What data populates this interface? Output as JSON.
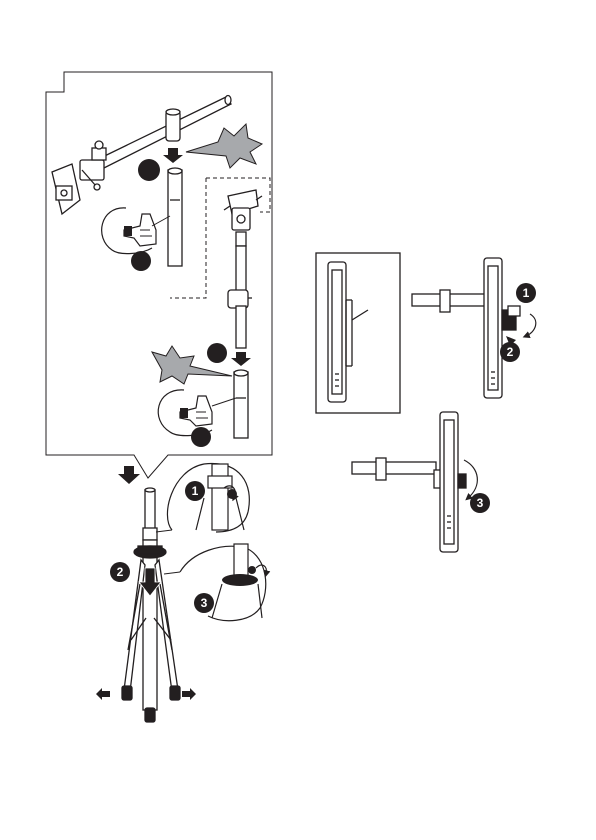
{
  "steps": {
    "left_top_1": "",
    "left_top_2": "",
    "left_mid_1": "",
    "left_mid_2": "",
    "tripod_1": "1",
    "tripod_2": "2",
    "tripod_3": "3",
    "mount_1": "1",
    "mount_2": "2",
    "mount_3": "3"
  },
  "colors": {
    "line": "#231f20",
    "badge": "#231f20",
    "burst": "#a7a9ac",
    "hand_fill": "#ffffff"
  },
  "icons": [
    "tripod-stand-icon",
    "clamp-bar-icon",
    "speaker-column-icon",
    "hand-icon",
    "arrow-icon",
    "impact-burst-icon"
  ]
}
